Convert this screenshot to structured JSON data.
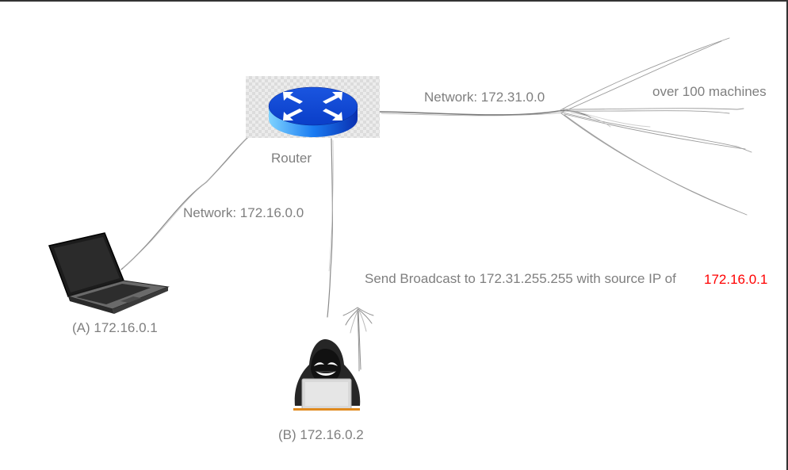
{
  "labels": {
    "router": "Router",
    "network_a": "Network: 172.16.0.0",
    "network_b": "Network: 172.31.0.0",
    "machines": "over 100 machines",
    "host_a": "(A) 172.16.0.1",
    "host_b": "(B) 172.16.0.2",
    "broadcast_text": "Send Broadcast to 172.31.255.255 with source IP of",
    "spoofed_ip": "172.16.0.1"
  },
  "colors": {
    "label_gray": "#7f7f7f",
    "spoof_red": "#ff0000",
    "router_blue": "#1a7cf2"
  },
  "icons": {
    "router": "router-icon",
    "laptop": "laptop-icon",
    "hacker": "hacker-icon"
  }
}
